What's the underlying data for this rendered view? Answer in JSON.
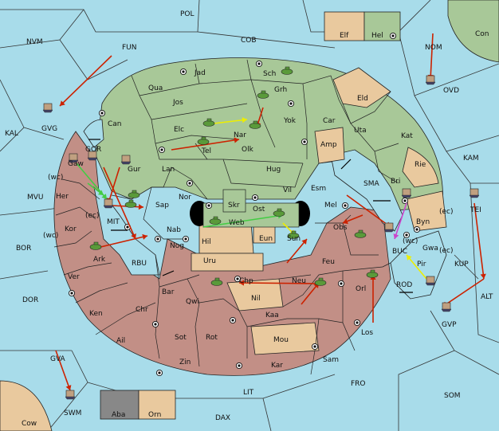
{
  "colors": {
    "sea": "#a8dcea",
    "green_power": "#a8c898",
    "red_power": "#c28f86",
    "tan": "#e9c99e",
    "grey_power": "#888888",
    "move_order": "#cc2200",
    "support_order": "#eeee00",
    "convoy_order": "#44cc44",
    "purple_order": "#cc44cc"
  },
  "sea_labels": {
    "POL": "POL",
    "NVM": "NVM",
    "FUN": "FUN",
    "COB": "COB",
    "NOM": "NOM",
    "OVD": "OVD",
    "GVG": "GVG",
    "KAL": "KAL",
    "KAM": "KAM",
    "GOR": "GOR",
    "MVU": "MVU",
    "BOR": "BOR",
    "DOR": "DOR",
    "MIT": "MIT",
    "RBU": "RBU",
    "SMA": "SMA",
    "BUC": "BUC",
    "ROD": "ROD",
    "TEI": "TEI",
    "KUP": "KUP",
    "ALT": "ALT",
    "GVP": "GVP",
    "GVA": "GVA",
    "SWM": "SWM",
    "LIT": "LIT",
    "FRO": "FRO",
    "SOM": "SOM",
    "DAX": "DAX",
    "Cow": "Cow",
    "Con": "Con"
  },
  "land_labels": {
    "Jad": "Jad",
    "Sch": "Sch",
    "Qua": "Qua",
    "Jos": "Jos",
    "Grh": "Grh",
    "Eld": "Eld",
    "Can": "Can",
    "Elc": "Elc",
    "Yok": "Yok",
    "Car": "Car",
    "Nar": "Nar",
    "Uta": "Uta",
    "Kat": "Kat",
    "Amp": "Amp",
    "Tel": "Tel",
    "Olk": "Olk",
    "Gaw": "Gaw",
    "Gur": "Gur",
    "Lan": "Lan",
    "Hug": "Hug",
    "Rie": "Rie",
    "Bri": "Bri",
    "Vil": "Vil",
    "Esm": "Esm",
    "Her": "Her",
    "Nor": "Nor",
    "Skr": "Skr",
    "Sap": "Sap",
    "Ost": "Ost",
    "Mel": "Mel",
    "Byn": "Byn",
    "Kor": "Kor",
    "Web": "Web",
    "Nab": "Nab",
    "Hil": "Hil",
    "Eun": "Eun",
    "Sun": "Sun",
    "Obs": "Obs",
    "Gwa": "Gwa",
    "Ark": "Ark",
    "Nog": "Nog",
    "Pir": "Pir",
    "Uru": "Uru",
    "Feu": "Feu",
    "Ver": "Ver",
    "Chp": "Chp",
    "Neu": "Neu",
    "Orl": "Orl",
    "Bar": "Bar",
    "Qwi": "Qwi",
    "Nil": "Nil",
    "Ken": "Ken",
    "Chr": "Chr",
    "Kaa": "Kaa",
    "Los": "Los",
    "Ail": "Ail",
    "Sot": "Sot",
    "Rot": "Rot",
    "Mou": "Mou",
    "Zin": "Zin",
    "Kar": "Kar",
    "Sam": "Sam"
  },
  "coast_labels": {
    "gaw_wc": "(wc)",
    "her_ec": "(ec)",
    "kor_wc": "(wc)",
    "byn_ec": "(ec)",
    "gwa_ec": "(ec)",
    "buc_wc": "(wc)"
  },
  "legend_boxes": {
    "Elf": "Elf",
    "Hel": "Hel",
    "Aba": "Aba",
    "Orn": "Orn"
  }
}
